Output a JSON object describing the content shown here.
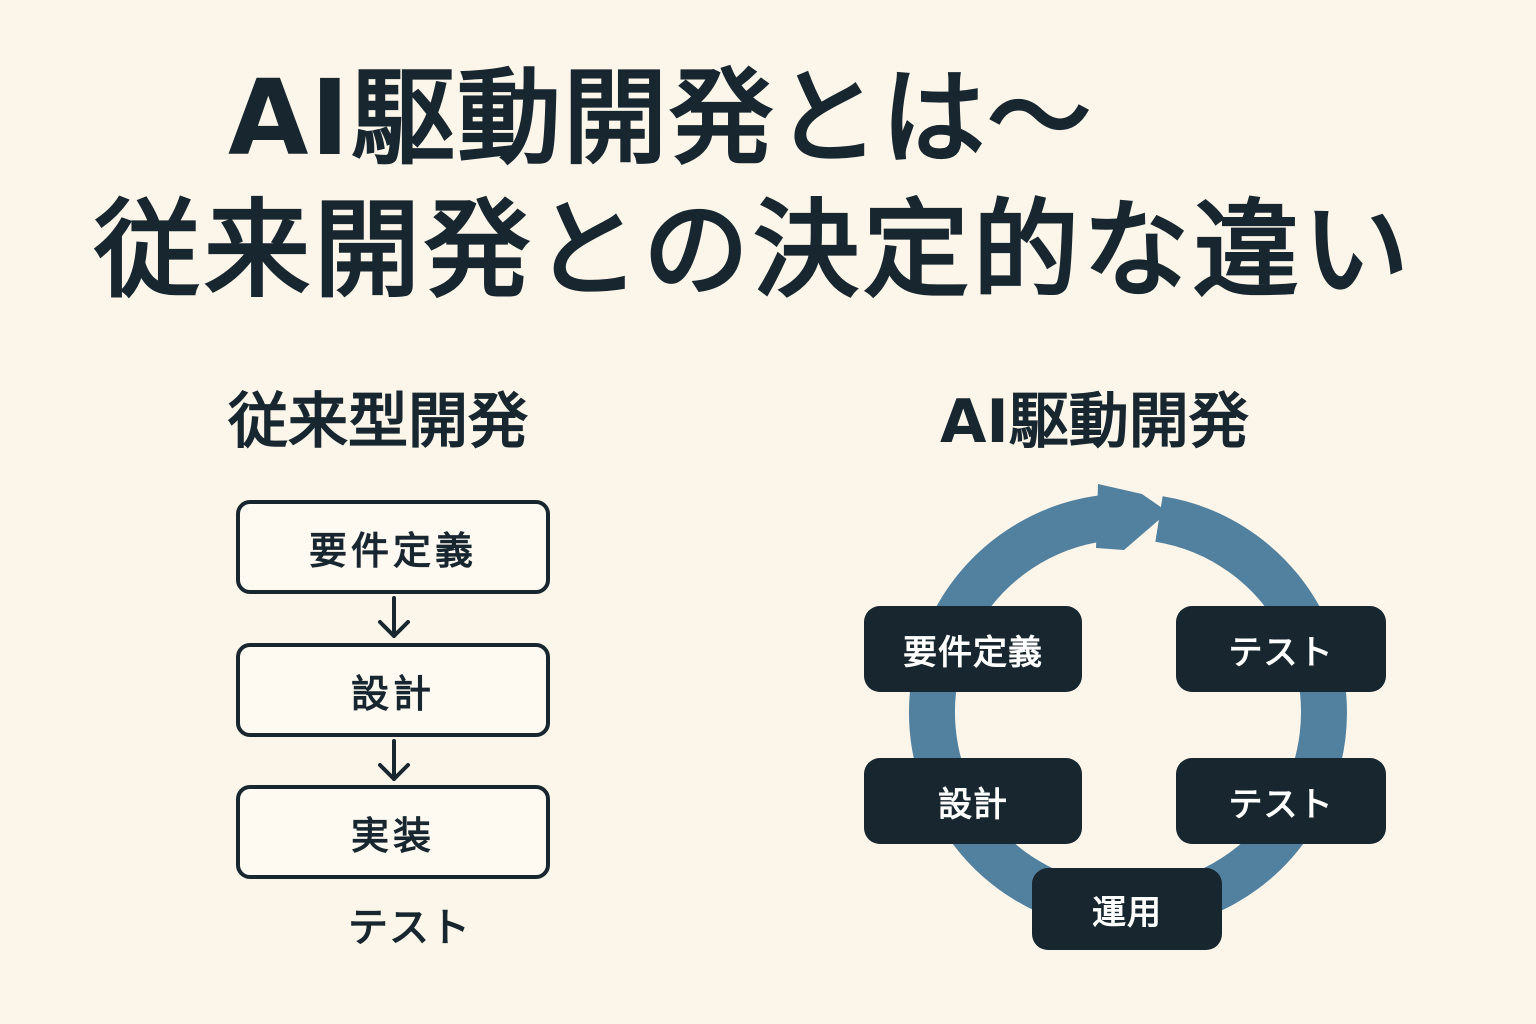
{
  "title": {
    "line1": "AI駆動開発とは〜",
    "line2": "従来開発との決定的な違い"
  },
  "traditional": {
    "heading": "従来型開発",
    "steps": [
      "要件定義",
      "設計",
      "実装"
    ],
    "trailing_label": "テスト"
  },
  "ai_driven": {
    "heading": "AI駆動開発",
    "nodes": {
      "requirements": "要件定義",
      "test_top": "テスト",
      "design": "設計",
      "test_bottom": "テスト",
      "operation": "運用"
    }
  },
  "colors": {
    "background": "#fcf6ea",
    "dark": "#17262f",
    "cycle": "#52809f"
  }
}
